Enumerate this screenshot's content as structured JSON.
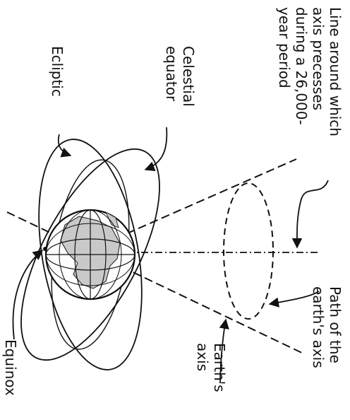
{
  "labels": {
    "precession_line": [
      "Line around which",
      "axis precesses",
      "during a 26,000-",
      "year period"
    ],
    "path_of_axis": [
      "Path of the",
      "earth's axis"
    ],
    "earths_axis": [
      "Earth's",
      "axis"
    ],
    "celestial_equator": [
      "Celestial",
      "equator"
    ],
    "ecliptic": [
      "Ecliptic"
    ],
    "equinox": [
      "Equinox"
    ]
  },
  "colors": {
    "ink": "#111111",
    "land": "#c9c9c9",
    "background": "#ffffff"
  }
}
